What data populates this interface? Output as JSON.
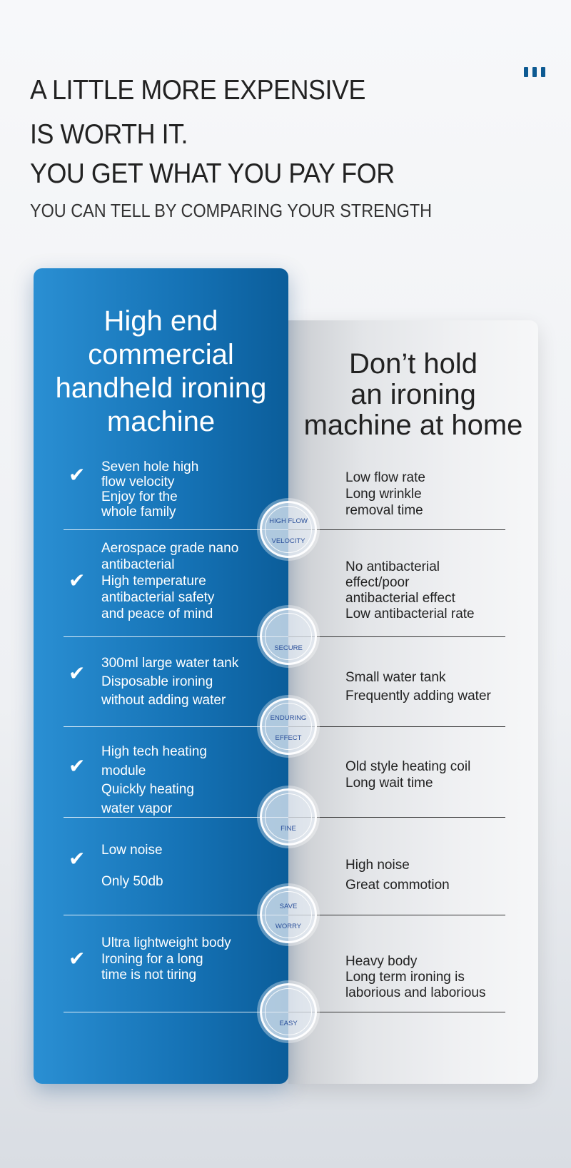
{
  "header": {
    "lines": [
      "A LITTLE MORE EXPENSIVE",
      "IS WORTH IT.",
      "YOU GET WHAT YOU PAY FOR"
    ],
    "subtitle": "YOU CAN TELL BY COMPARING YOUR STRENGTH"
  },
  "left_title": [
    "High end",
    "commercial",
    "handheld ironing",
    "machine"
  ],
  "right_title": [
    "Don’t hold",
    "an ironing",
    "machine at home"
  ],
  "colors": {
    "blue": "#1572b5",
    "accent": "#0d5a92"
  },
  "rows": [
    {
      "left": [
        "Seven hole high",
        "flow velocity",
        "Enjoy for the",
        "whole family"
      ],
      "right": [
        "Low flow rate",
        "Long wrinkle",
        "removal time"
      ],
      "badge": [
        "HIGH FLOW",
        "VELOCITY"
      ]
    },
    {
      "left": [
        "Aerospace grade nano",
        "antibacterial",
        "High temperature",
        "antibacterial safety",
        "and peace of mind"
      ],
      "right": [
        "No antibacterial",
        "effect/poor",
        "antibacterial effect",
        "Low antibacterial rate"
      ],
      "badge": [
        "",
        "SECURE"
      ]
    },
    {
      "left": [
        "300ml large water tank",
        "Disposable ironing",
        "without adding water"
      ],
      "right": [
        "Small water tank",
        "Frequently adding water"
      ],
      "badge": [
        "ENDURING",
        "EFFECT"
      ]
    },
    {
      "left": [
        "High tech heating",
        "module",
        "Quickly heating",
        "water vapor"
      ],
      "right": [
        "Old style heating coil",
        "Long wait time"
      ],
      "badge": [
        "",
        "FINE"
      ]
    },
    {
      "left": [
        "Low noise",
        "Only 50db"
      ],
      "right": [
        "High noise",
        "Great commotion"
      ],
      "badge": [
        "SAVE",
        "WORRY"
      ]
    },
    {
      "left": [
        "Ultra lightweight body",
        "Ironing for a long",
        "time is not tiring"
      ],
      "right": [
        "Heavy body",
        "Long term ironing is",
        "laborious and laborious"
      ],
      "badge": [
        "",
        "EASY"
      ]
    }
  ]
}
